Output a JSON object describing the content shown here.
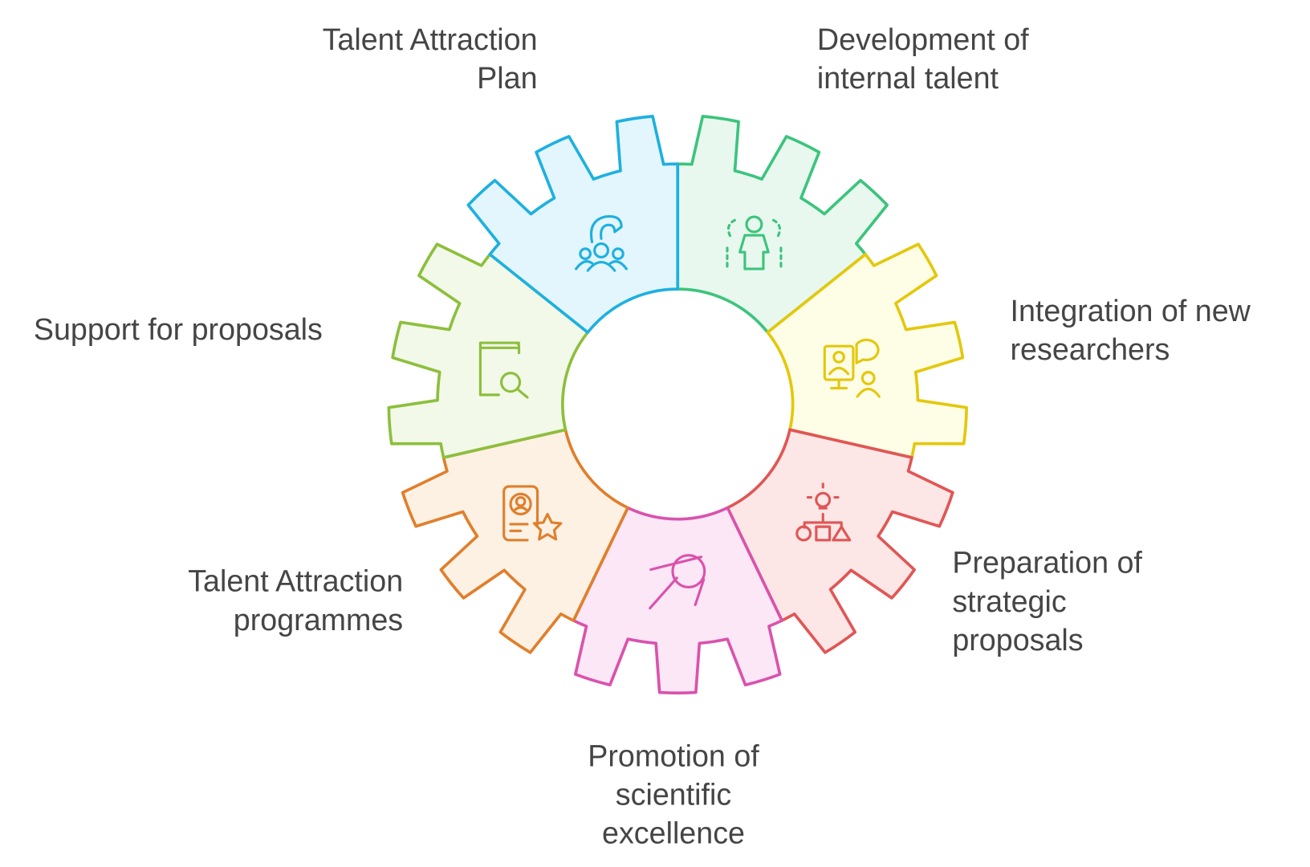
{
  "title": "Talent management gear",
  "segments": [
    {
      "id": "development",
      "lines": [
        "Development of",
        "internal talent"
      ],
      "icon": "people-dashed-icon",
      "stroke": "#3cc47c",
      "fill": "#e8f8ef"
    },
    {
      "id": "integration",
      "lines": [
        "Integration of new",
        "researchers"
      ],
      "icon": "presentation-chat-icon",
      "stroke": "#e3c80c",
      "fill": "#fefde6"
    },
    {
      "id": "preparation",
      "lines": [
        "Preparation of",
        "strategic",
        "proposals"
      ],
      "icon": "idea-shapes-icon",
      "stroke": "#e05656",
      "fill": "#fde7e6"
    },
    {
      "id": "promotion",
      "lines": [
        "Promotion of",
        "scientific",
        "excellence"
      ],
      "icon": "satellite-icon",
      "stroke": "#da52ad",
      "fill": "#fbe7f5"
    },
    {
      "id": "programmes",
      "lines": [
        "Talent Attraction",
        "programmes"
      ],
      "icon": "certificate-star-icon",
      "stroke": "#e07f2c",
      "fill": "#fdf1e4"
    },
    {
      "id": "support",
      "lines": [
        "Support for proposals"
      ],
      "icon": "book-search-icon",
      "stroke": "#8dbf3c",
      "fill": "#f2f9e9"
    },
    {
      "id": "plan",
      "lines": [
        "Talent Attraction",
        "Plan"
      ],
      "icon": "group-magnet-icon",
      "stroke": "#1eb0e0",
      "fill": "#e3f6fd"
    }
  ]
}
